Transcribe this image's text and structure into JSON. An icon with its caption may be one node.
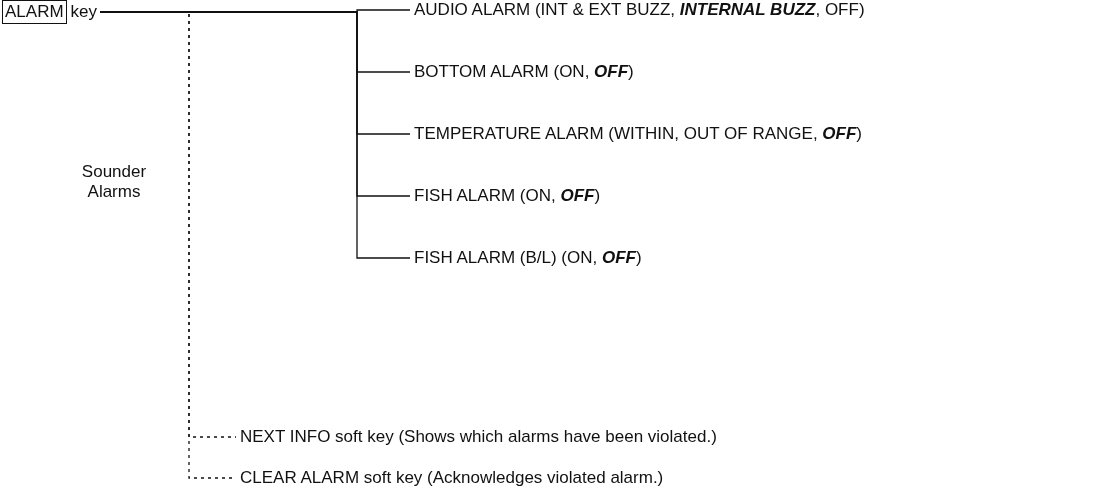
{
  "diagram": {
    "nodes": [
      {
        "text": [
          "ALARM"
        ],
        "beside": [
          "key"
        ]
      },
      {
        "text": [
          "AUDIO ALARM (INT & EXT BUZZ, **INTERNAL BUZZ**, OFF)"
        ]
      },
      {
        "text": [
          "BOTTOM ALARM (ON, **OFF**)"
        ]
      },
      {
        "text": [
          "TEMPERATURE ALARM (WITHIN, OUT OF RANGE, **OFF**)"
        ]
      },
      {
        "text": [
          "FISH ALARM (ON, **OFF**)"
        ]
      },
      {
        "text": [
          "FISH ALARM (B/L) (ON, **OFF**)"
        ]
      },
      {
        "text": [
          "NEXT INFO soft key (Shows which alarms have been violated.)"
        ]
      },
      {
        "text": [
          "CLEAR ALARM soft key (Acknowledges violated alarm.)"
        ]
      }
    ],
    "edges": [
      {
        "from": 0,
        "to": 1,
        "arrow": "none"
      },
      {
        "from": 0,
        "to": 2,
        "arrow": "none"
      },
      {
        "from": 0,
        "to": 3,
        "arrow": "none"
      },
      {
        "from": 0,
        "to": 4,
        "arrow": "none"
      },
      {
        "from": 0,
        "to": 5,
        "arrow": "none"
      },
      {
        "from": 0,
        "to": 6,
        "arrow": "none",
        "style": "dashed"
      },
      {
        "from": 0,
        "to": 7,
        "arrow": "none",
        "style": "dashed"
      }
    ],
    "labels": [
      "Sounder Alarms"
    ]
  }
}
